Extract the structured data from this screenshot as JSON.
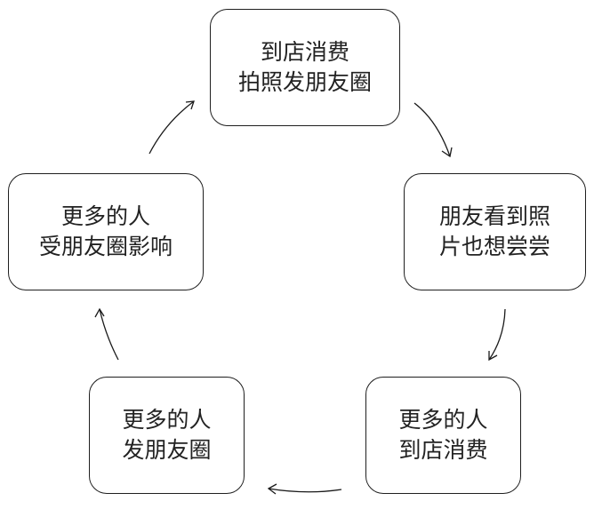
{
  "nodes": [
    {
      "line1": "到店消费",
      "line2": "拍照发朋友圈"
    },
    {
      "line1": "朋友看到照",
      "line2": "片也想尝尝"
    },
    {
      "line1": "更多的人",
      "line2": "到店消费"
    },
    {
      "line1": "更多的人",
      "line2": "发朋友圈"
    },
    {
      "line1": "更多的人",
      "line2": "受朋友圈影响"
    }
  ]
}
